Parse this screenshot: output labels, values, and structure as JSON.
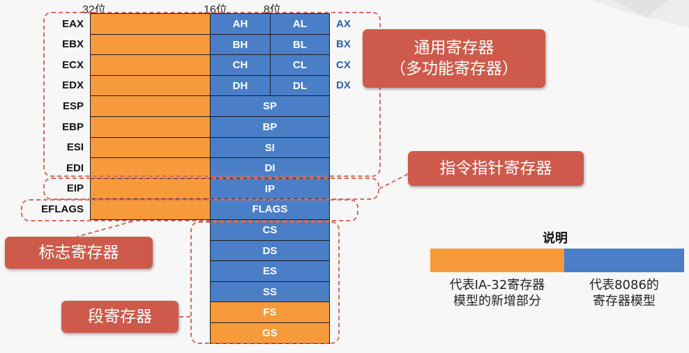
{
  "bit_labels": {
    "b32": "32位",
    "b16": "16位",
    "b8": "8位"
  },
  "registers": [
    {
      "name": "EAX",
      "high": "AH",
      "low": "AL",
      "alt": "AX"
    },
    {
      "name": "EBX",
      "high": "BH",
      "low": "BL",
      "alt": "BX"
    },
    {
      "name": "ECX",
      "high": "CH",
      "low": "CL",
      "alt": "CX"
    },
    {
      "name": "EDX",
      "high": "DH",
      "low": "DL",
      "alt": "DX"
    },
    {
      "name": "ESP",
      "low16": "SP"
    },
    {
      "name": "EBP",
      "low16": "BP"
    },
    {
      "name": "ESI",
      "low16": "SI"
    },
    {
      "name": "EDI",
      "low16": "DI"
    },
    {
      "name": "EIP",
      "low16": "IP"
    },
    {
      "name": "EFLAGS",
      "low16": "FLAGS"
    }
  ],
  "segments": [
    {
      "name": "CS",
      "type": "8086"
    },
    {
      "name": "DS",
      "type": "8086"
    },
    {
      "name": "ES",
      "type": "8086"
    },
    {
      "name": "SS",
      "type": "8086"
    },
    {
      "name": "FS",
      "type": "ia32"
    },
    {
      "name": "GS",
      "type": "ia32"
    }
  ],
  "callouts": {
    "general_line1": "通用寄存器",
    "general_line2": "（多功能寄存器）",
    "ip": "指令指针寄存器",
    "flags": "标志寄存器",
    "segment": "段寄存器"
  },
  "legend": {
    "title": "说明",
    "ia32_line1": "代表IA-32寄存器",
    "ia32_line2": "模型的新增部分",
    "r8086_line1": "代表8086的",
    "r8086_line2": "寄存器模型"
  },
  "colors": {
    "ia32_new": "#f79a3b",
    "model_8086": "#4a7fc7",
    "callout": "#cd5a4b",
    "dashed_outline": "#d46a5d"
  }
}
